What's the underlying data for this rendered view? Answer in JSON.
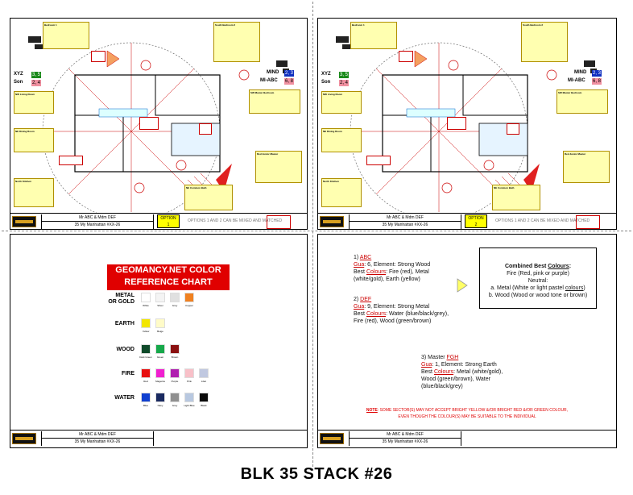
{
  "page_title": "BLK 35 STACK #26",
  "floor_plans": [
    {
      "owner_line": "Mr ABC & Mdm DEF",
      "address_line": "35 My Manhattan #XX-26",
      "option_label": "OPTION",
      "option_number": "1",
      "option_note": "OPTIONS 1 AND 2 CAN BE MIXED AND MATCHED"
    },
    {
      "owner_line": "Mr ABC & Mdm DEF",
      "address_line": "35 My Manhattan #XX-26",
      "option_label": "OPTION",
      "option_number": "2",
      "option_note": "OPTIONS 1 AND 2 CAN BE MIXED AND MATCHED"
    }
  ],
  "plan_labels": {
    "xyz": "XYZ",
    "son": "Son",
    "mind": "MIND",
    "mi_abc": "MI-ABC",
    "n1": "3, 5",
    "n2": "2, 4",
    "n3": "2, 3",
    "n4": "6, 8",
    "bedroom1": "Bedroom 1",
    "south_bedroom2": "South Bedroom 2",
    "living": "NW Living Room",
    "master_bedroom": "SW Master Bedroom",
    "dining": "NE Dining Room",
    "jr_master": "Red Junior Master",
    "kitchen": "North Kitchen",
    "bath": "NE Common Bath"
  },
  "reference_chart": {
    "title_line1": "GEOMANCY.NET COLOR",
    "title_line2": "REFERENCE CHART",
    "rows": [
      {
        "label_line1": "METAL",
        "label_line2": "OR GOLD",
        "swatches": [
          {
            "color": "#ffffff",
            "name": "White"
          },
          {
            "color": "#f4f4f4",
            "name": "Silver"
          },
          {
            "color": "#e0e0e0",
            "name": "Grey"
          },
          {
            "color": "#f08020",
            "name": "Copper"
          }
        ]
      },
      {
        "label_line1": "EARTH",
        "label_line2": "",
        "swatches": [
          {
            "color": "#f2e600",
            "name": "Yellow"
          },
          {
            "color": "#fffbc8",
            "name": "Beige"
          }
        ]
      },
      {
        "label_line1": "WOOD",
        "label_line2": "",
        "swatches": [
          {
            "color": "#0f4a2a",
            "name": "Dark Green"
          },
          {
            "color": "#16a84a",
            "name": "Green"
          },
          {
            "color": "#8a1010",
            "name": "Brown"
          }
        ]
      },
      {
        "label_line1": "FIRE",
        "label_line2": "",
        "swatches": [
          {
            "color": "#e81010",
            "name": "Red"
          },
          {
            "color": "#f020d0",
            "name": "Magenta"
          },
          {
            "color": "#b020b0",
            "name": "Purple"
          },
          {
            "color": "#f8c0c8",
            "name": "Pink"
          },
          {
            "color": "#c0c8e0",
            "name": "Lilac"
          }
        ]
      },
      {
        "label_line1": "WATER",
        "label_line2": "",
        "swatches": [
          {
            "color": "#1040d0",
            "name": "Blue"
          },
          {
            "color": "#1a2a60",
            "name": "Navy"
          },
          {
            "color": "#909090",
            "name": "Grey"
          },
          {
            "color": "#b8c8e0",
            "name": "Light Blue"
          },
          {
            "color": "#0a0a0a",
            "name": "Black"
          }
        ]
      }
    ]
  },
  "profiles": {
    "p1": {
      "heading_prefix": "1) ",
      "heading_name": "ABC",
      "gua_prefix": "Gua",
      "gua_text": ": 6, Element: Strong Wood",
      "best_prefix": "Best ",
      "best_word": "Colours",
      "best_text": ": Fire (red), Metal (white/gold), Earth (yellow)"
    },
    "p2": {
      "heading_prefix": "2) ",
      "heading_name": "DEF",
      "gua_prefix": "Gua",
      "gua_text": ": 9, Element: Strong Metal",
      "best_prefix": "Best ",
      "best_word": "Colours",
      "best_text": ": Water (blue/black/grey), Fire (red), Wood (green/brown)"
    },
    "p3": {
      "heading_prefix": "3) Master ",
      "heading_name": "FGH",
      "gua_prefix": "Gua",
      "gua_text": ": 1, Element: Strong Earth",
      "best_prefix": "Best ",
      "best_word": "Colours",
      "best_text": ": Metal (white/gold), Wood (green/brown), Water (blue/black/grey)"
    }
  },
  "combined": {
    "heading_prefix": "Combined Best ",
    "heading_word": "Colours",
    "heading_suffix": ":",
    "line1": "Fire (Red, pink or purple)",
    "line2": "Neutral:",
    "line3_prefix": "a. Metal (White or light pastel ",
    "line3_word": "colours",
    "line3_suffix": ")",
    "line4": "b. Wood (Wood or wood tone or brown)"
  },
  "note": {
    "prefix": "NOTE",
    "line1": ": SOME SECTOR(S) MAY NOT ACCEPT BRIGHT YELLOW &/OR BRIGHT RED &/OR GREEN COLOUR,",
    "line2": "EVEN THOUGH THE COLOUR(S) MAY BE SUITABLE TO THE INDIVIDUAL"
  },
  "bottom_footers": [
    {
      "owner_line": "Mr ABC & Mdm DEF",
      "address_line": "35 My Manhattan #XX-26"
    },
    {
      "owner_line": "Mr ABC & Mdm DEF",
      "address_line": "35 My Manhattan #XX-26"
    }
  ],
  "colors": {
    "accent_red": "#e00000",
    "option_yellow": "#ffff00",
    "arrow_yellow": "#ffff66"
  }
}
